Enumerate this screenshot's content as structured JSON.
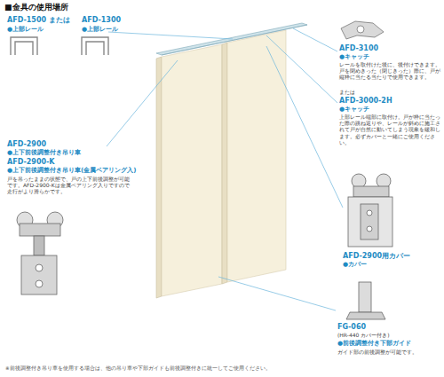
{
  "diagram": {
    "title": "■金具の使用場所",
    "labels": [
      "AFD-1500 または",
      "AFD-1300",
      "●上部レール",
      "●上部レール",
      "AFD-3100",
      "●キャッチ",
      "レールを取付けた後に、後付けできます。戸を閉めきった（閉じきった）際に、戸が縦枠に当たる当たりで使用できます。",
      "または",
      "AFD-3000-2H",
      "●キャッチ",
      "上部レール端部に取付け。戸が枠に当たった際の跳ね返りや、レールが斜めに施工されて戸が自然に動いてしまう現象を緩和します。必ずカバーと一緒にご使用ください。",
      "AFD-2900",
      "●上下前後調整付き吊り車",
      "AFD-2900-K",
      "●上下前後調整付き吊り車(金属ベアリング入)",
      "戸を吊ったままの状態で、戸の上下前後調整が可能です。AFD-2900-Kは金属ベアリング入りですので走行がより滑らかです。",
      "AFD-2900用カバー",
      "●カバー",
      "FG-060",
      "(HR-440 カバー付き)",
      "●前後調整付き下部ガイド",
      "ガイド部の前後調整が可能です。",
      "※前後調整付き吊り車を使用する場合は、他の吊り車や下部ガイドも前後調整付きに統一してご使用ください。"
    ]
  }
}
